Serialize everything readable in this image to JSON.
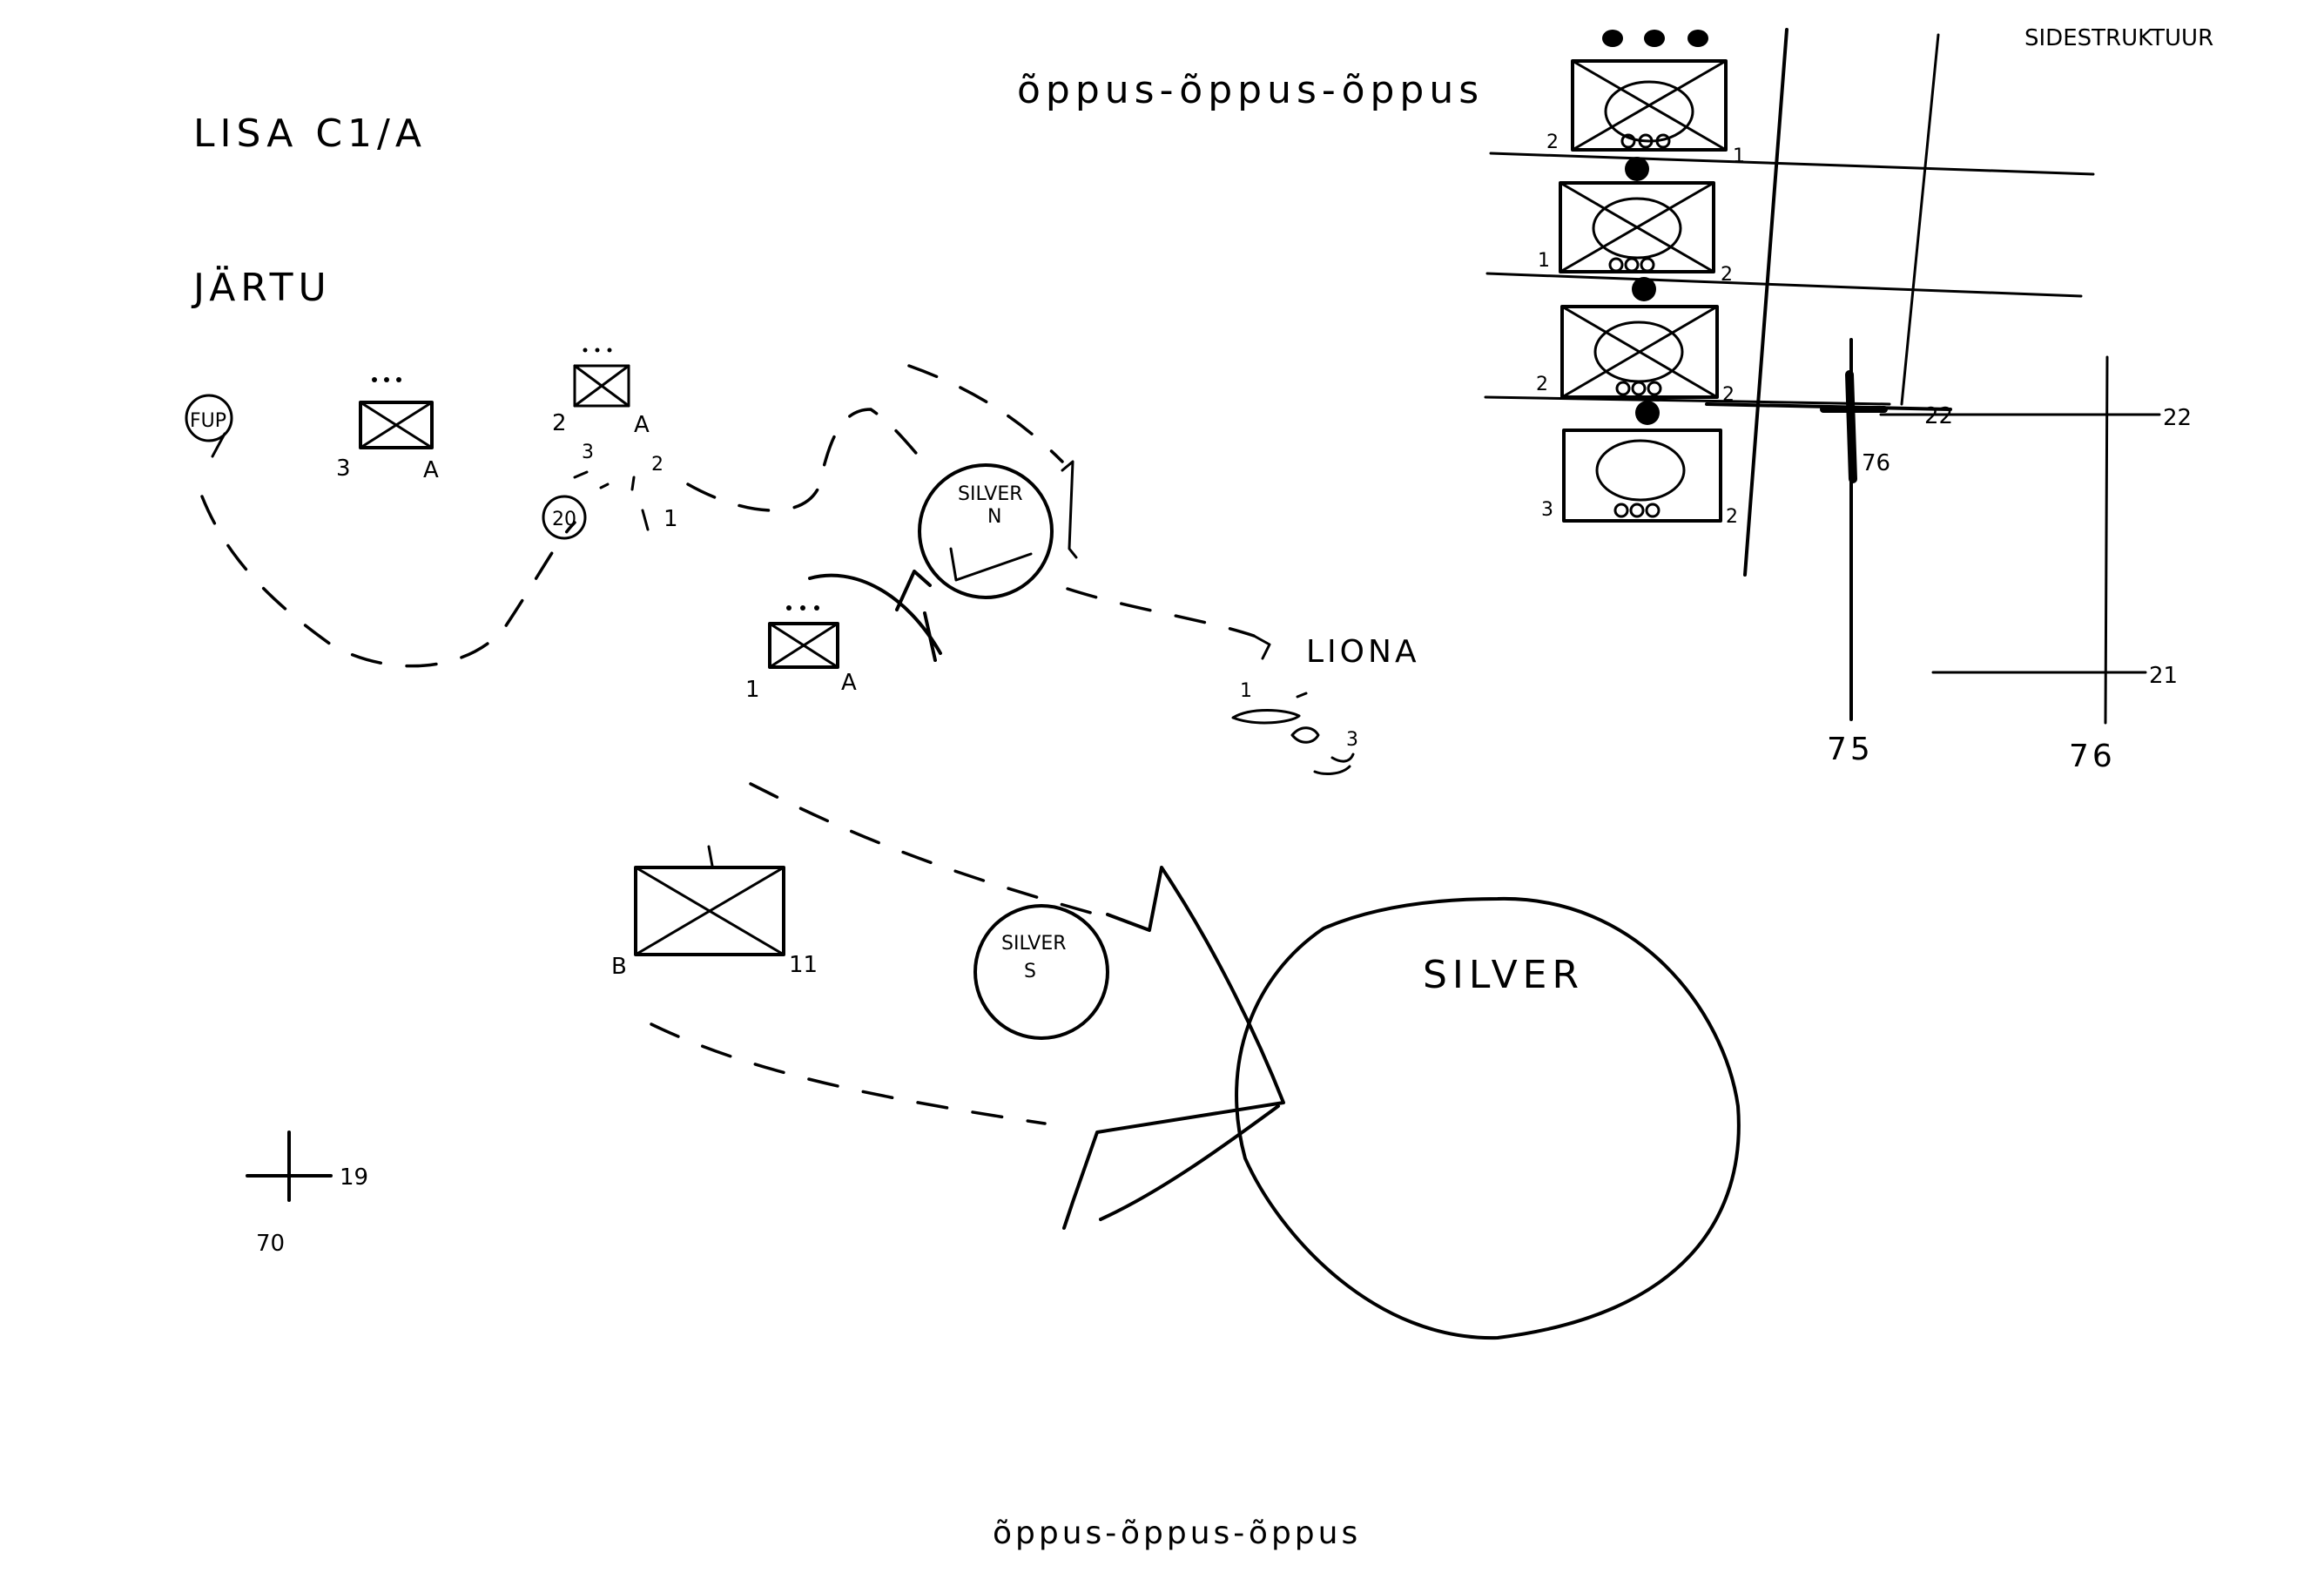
{
  "header": {
    "sheet_label": "LISA C1/A",
    "place_label": "JÄRTU",
    "top_slogan": "õppus-õppus-õppus",
    "bottom_slogan": "õppus-õppus-õppus",
    "structure_title": "SIDESTRUKTUUR"
  },
  "objects": {
    "silver_north": {
      "line1": "SILVER",
      "line2": "N"
    },
    "silver_south": {
      "line1": "SILVER",
      "line2": "S"
    },
    "silver_main": {
      "label": "SILVER"
    },
    "liona": {
      "label": "LIONA"
    },
    "fup": {
      "label": "FUP"
    },
    "checkpoint_20": {
      "label": "20"
    }
  },
  "units": {
    "unit_3A": {
      "left": "3",
      "right": "A"
    },
    "unit_2A": {
      "left": "2",
      "right": "A"
    },
    "unit_1A": {
      "left": "1",
      "right": "A"
    },
    "unit_B11": {
      "left": "B",
      "right": "11"
    },
    "misc_3": "3",
    "misc_2": "2",
    "misc_1": "1",
    "liona_1": "1",
    "liona_3": "3"
  },
  "grid": {
    "reference_cross": {
      "east": "70",
      "north": "19"
    },
    "lines": {
      "x75": "75",
      "x76": "76",
      "y22_left": "22",
      "y22_right": "22",
      "y21": "21",
      "point_76": "76"
    }
  },
  "structure": {
    "rows": [
      {
        "left": "2",
        "right": "1"
      },
      {
        "left": "1",
        "right": "2"
      },
      {
        "left": "2",
        "right": "2"
      },
      {
        "left": "3",
        "right": "2"
      }
    ]
  }
}
